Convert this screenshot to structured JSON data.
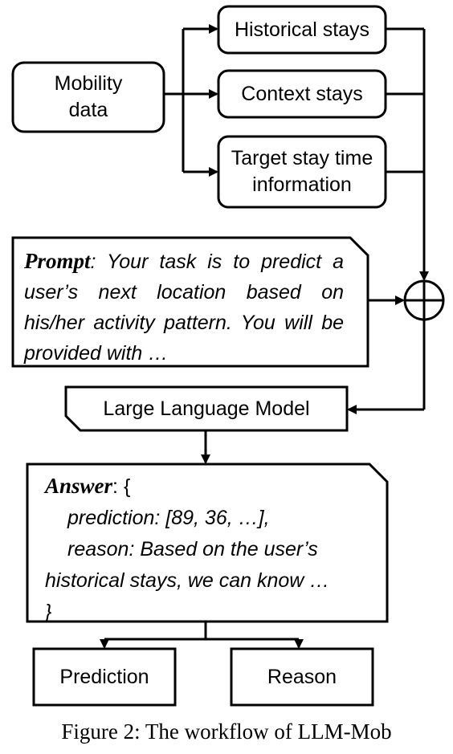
{
  "nodes": {
    "mobility_data": [
      "Mobility",
      "data"
    ],
    "historical_stays": "Historical stays",
    "context_stays": "Context stays",
    "target_stay": [
      "Target stay time",
      "information"
    ],
    "llm": "Large Language Model",
    "prediction": "Prediction",
    "reason": "Reason"
  },
  "prompt": {
    "keyword": "Prompt",
    "text": ": Your task is to predict a user’s next location based on his/her activity pattern. You will be provided with …"
  },
  "answer": {
    "keyword": "Answer",
    "open": ": {",
    "line1": "prediction: [89, 36, …],",
    "line2": "reason: Based on the user’s",
    "line3": "historical stays, we can know …",
    "close": "}"
  },
  "caption": "Figure 2: The workflow of LLM-Mob"
}
